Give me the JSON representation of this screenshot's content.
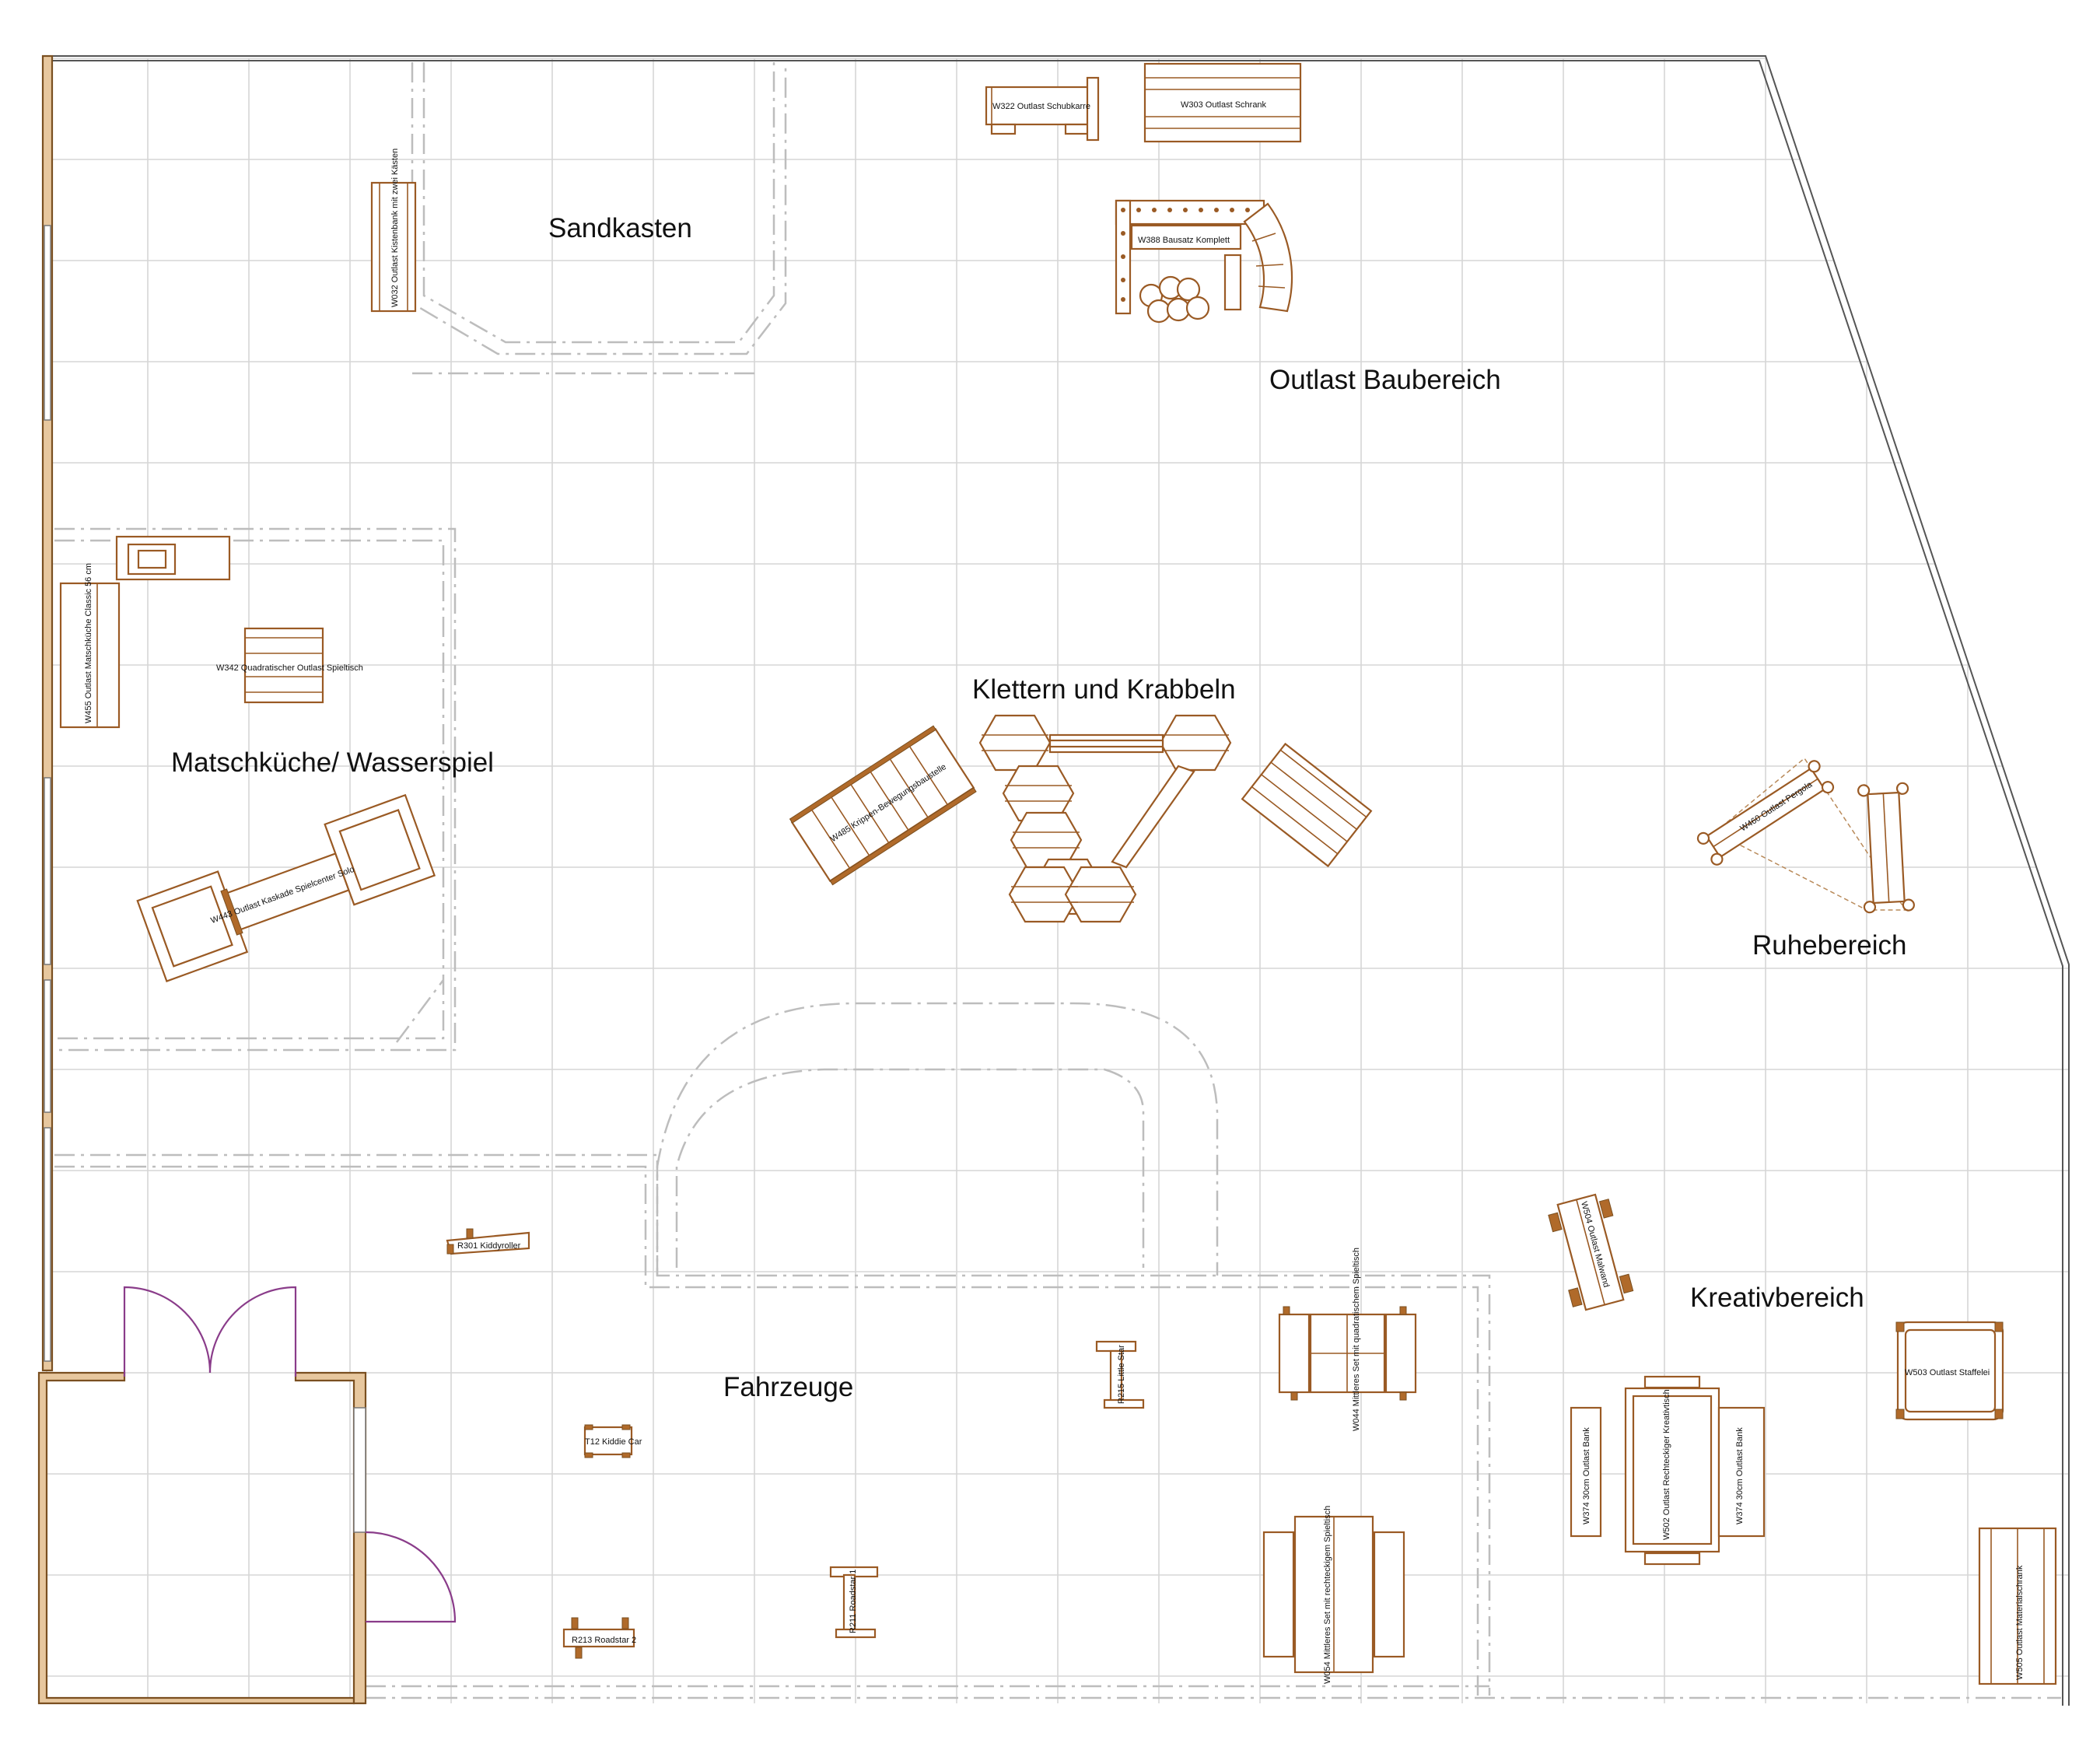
{
  "zones": {
    "sandkasten": "Sandkasten",
    "baubereich": "Outlast Baubereich",
    "klettern": "Klettern und Krabbeln",
    "matsch": "Matschküche/ Wasserspiel",
    "ruhe": "Ruhebereich",
    "kreativ": "Kreativbereich",
    "fahrzeuge": "Fahrzeuge"
  },
  "equipment": {
    "w322": "W322 Outlast Schubkarre",
    "w303": "W303 Outlast Schrank",
    "w032": "W032 Outlast Kistenbank mit zwei Kästen",
    "w388": "W388 Bausatz Komplett",
    "w455": "W455 Outlast Matschküche Classic 56 cm",
    "w342": "W342 Quadratischer Outlast Spieltisch",
    "w443": "W443 Outlast Kaskade Spielcenter Solo",
    "w485": "W485 Krippen-Bewegungsbaustelle",
    "w460": "W460 Outlast Pergola",
    "r301": "R301 Kiddyroller",
    "r215": "R215 Little Star",
    "t12": "T12 Kiddie Car",
    "r211": "R211 Roadstar 1",
    "r213": "R213 Roadstar 2",
    "w044": "W044 Mittleres Set mit quadratischem Spieltisch",
    "w054": "W054 Mittleres Set mit rechteckigem Spieltisch",
    "w504": "W504 Outlast Malwand",
    "w374a": "W374 30cm Outlast Bank",
    "w502": "W502 Outlast Rechteckiger Kreativtisch",
    "w374b": "W374 30cm Outlast Bank",
    "w503": "W503 Outlast Staffelei",
    "w505": "W505 Outlast Materialschrank"
  }
}
